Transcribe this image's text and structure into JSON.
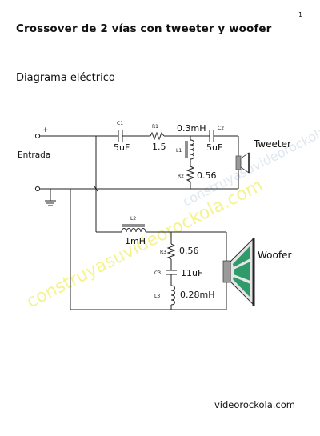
{
  "page_number": "1",
  "title": "Crossover de 2 vías con tweeter y woofer",
  "subtitle": "Diagrama eléctrico",
  "footer": "videorockola.com",
  "watermark_primary": "construyasuvideorockola.com",
  "watermark_secondary": "construyasuvideorockola.com",
  "input": {
    "label": "Entrada",
    "plus": "+"
  },
  "tweeter_branch": {
    "c1": {
      "ref": "C1",
      "value": "5uF"
    },
    "r1": {
      "ref": "R1",
      "value": "1.5"
    },
    "l1": {
      "ref": "L1",
      "value": "0.3mH"
    },
    "c2": {
      "ref": "C2",
      "value": "5uF"
    },
    "r2": {
      "ref": "R2",
      "value": "0.56"
    },
    "speaker_label": "Tweeter"
  },
  "woofer_branch": {
    "l2": {
      "ref": "L2",
      "value": "1mH"
    },
    "r3": {
      "ref": "R3",
      "value": "0.56"
    },
    "c3": {
      "ref": "C3",
      "value": "11uF"
    },
    "l3": {
      "ref": "L3",
      "value": "0.28mH"
    },
    "speaker_label": "Woofer"
  },
  "colors": {
    "wire": "#222222",
    "watermark_yellow": "#f2ef6a",
    "speaker_green": "#2f9a6a",
    "speaker_grey": "#9a9a9a"
  }
}
